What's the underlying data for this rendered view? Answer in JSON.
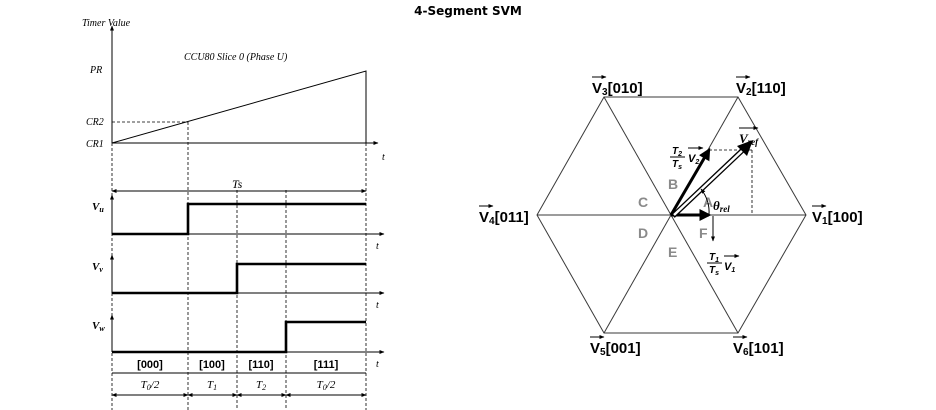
{
  "title": "4-Segment SVM",
  "timer": {
    "axis_label": "Timer Value",
    "caption": "CCU80 Slice 0 (Phase U)",
    "levels": [
      "PR",
      "CR2",
      "CR1"
    ],
    "time_label": "t"
  },
  "period_label": "Ts",
  "phases": [
    {
      "name": "Vu",
      "sub": "u"
    },
    {
      "name": "Vv",
      "sub": "v"
    },
    {
      "name": "Vw",
      "sub": "w"
    }
  ],
  "states": [
    "[000]",
    "[100]",
    "[110]",
    "[111]"
  ],
  "durations": [
    {
      "main": "T",
      "sub": "0",
      "suffix": "/2"
    },
    {
      "main": "T",
      "sub": "1",
      "suffix": ""
    },
    {
      "main": "T",
      "sub": "2",
      "suffix": ""
    },
    {
      "main": "T",
      "sub": "0",
      "suffix": "/2"
    }
  ],
  "hexagon": {
    "vectors": [
      {
        "main": "V",
        "sub": "1",
        "code": "[100]"
      },
      {
        "main": "V",
        "sub": "2",
        "code": "[110]"
      },
      {
        "main": "V",
        "sub": "3",
        "code": "[010]"
      },
      {
        "main": "V",
        "sub": "4",
        "code": "[011]"
      },
      {
        "main": "V",
        "sub": "5",
        "code": "[001]"
      },
      {
        "main": "V",
        "sub": "6",
        "code": "[101]"
      }
    ],
    "sectors": [
      "A",
      "B",
      "C",
      "D",
      "E",
      "F"
    ],
    "vref": {
      "main": "V",
      "sub": "ref"
    },
    "theta": {
      "main": "θ",
      "sub": "rel"
    },
    "t2_fraction": {
      "num": "T2",
      "den": "Ts",
      "vec": "V2"
    },
    "t1_fraction": {
      "num": "T1",
      "den": "Ts",
      "vec": "V1"
    }
  }
}
